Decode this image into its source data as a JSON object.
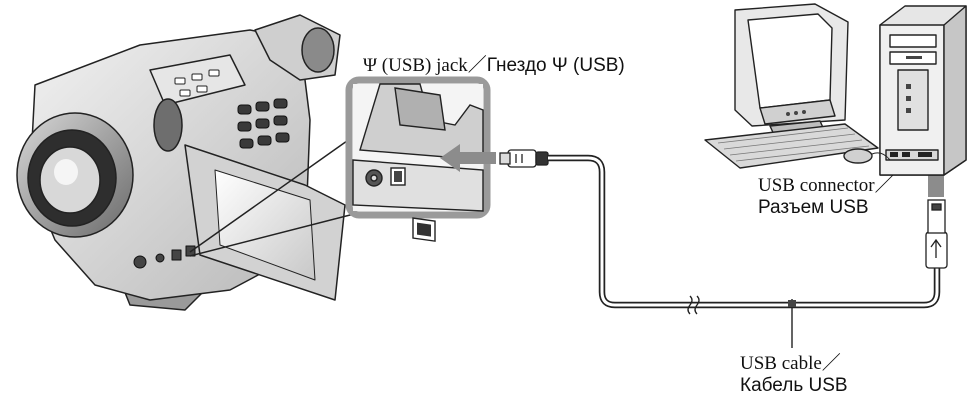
{
  "labels": {
    "jack_en": "Ψ (USB) jack／",
    "jack_ru": "Гнездо Ψ (USB)",
    "connector_en": "USB connector／",
    "connector_ru": "Разъем USB",
    "cable_en": "USB cable／",
    "cable_ru": "Кабель USB"
  }
}
